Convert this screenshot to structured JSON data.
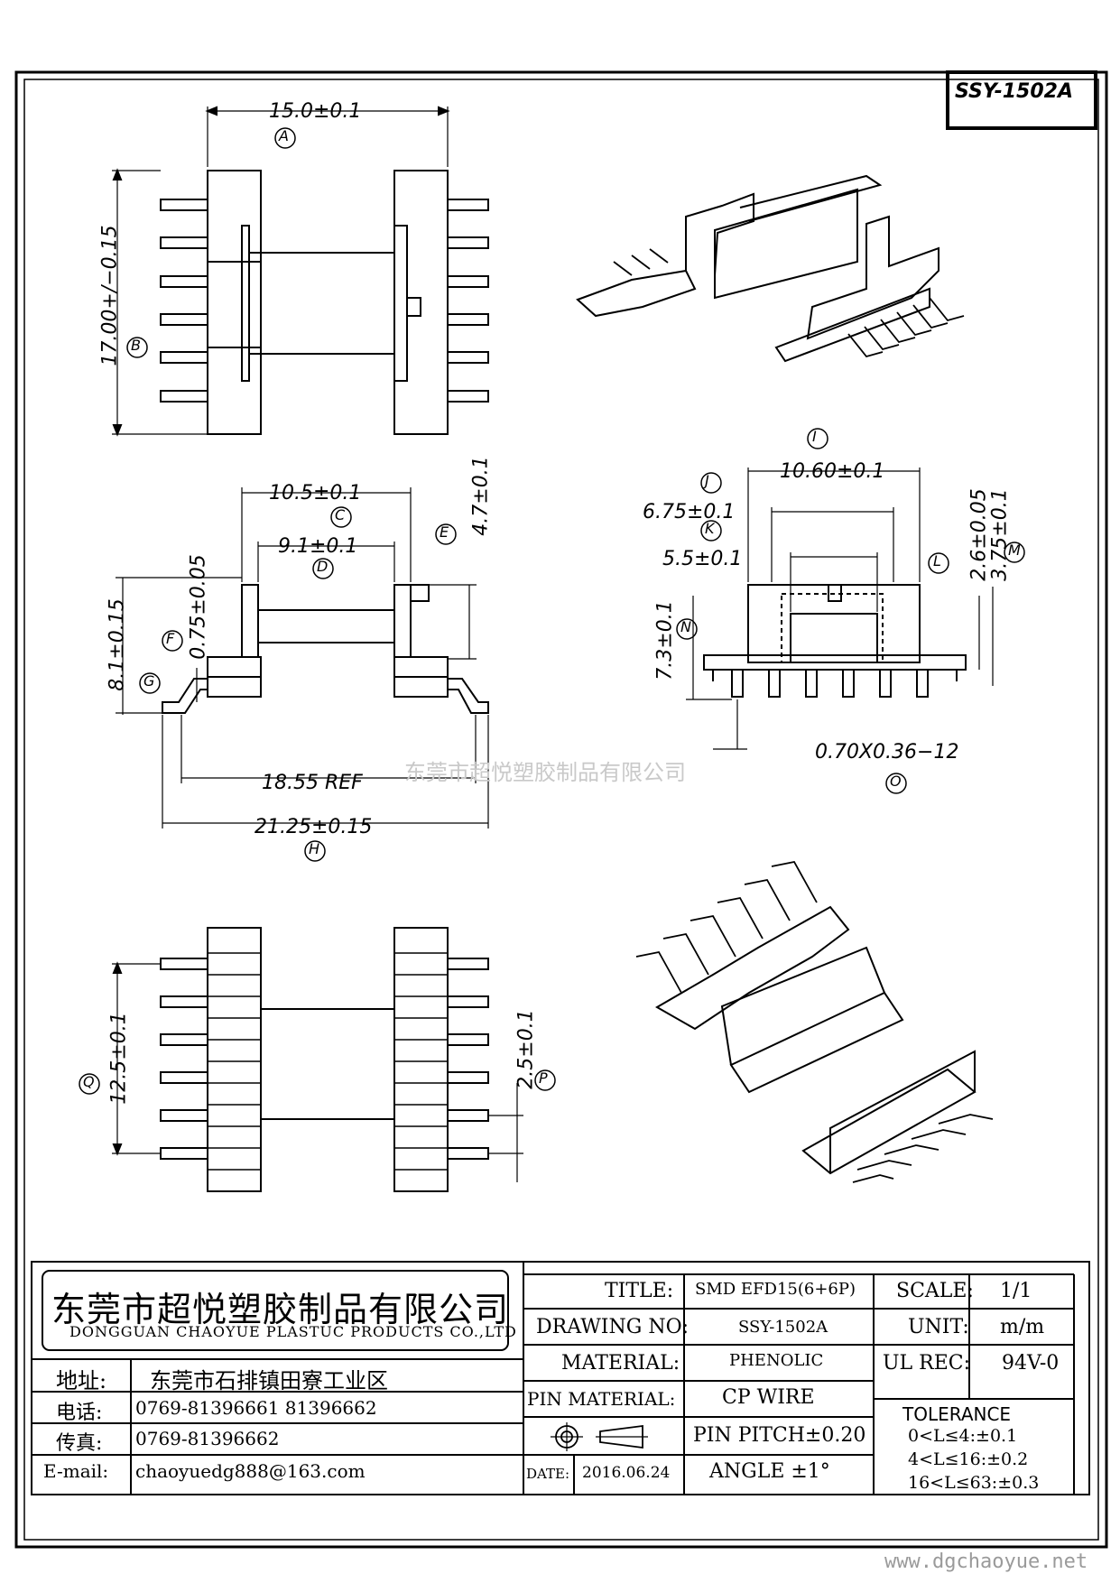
{
  "drawing_no_box": "SSY-1502A",
  "watermark": "东莞市超悦塑胶制品有限公司",
  "site": "www.dgchaoyue.net",
  "dimensions": {
    "a": "15.0±0.1",
    "a_tag": "A",
    "b": "17.00+/−0.15",
    "b_tag": "B",
    "c": "10.5±0.1",
    "c_tag": "C",
    "d": "9.1±0.1",
    "d_tag": "D",
    "e": "4.7±0.1",
    "e_tag": "E",
    "f": "0.75±0.05",
    "f_tag": "F",
    "g": "8.1±0.15",
    "g_tag": "G",
    "h_ref": "18.55 REF",
    "h": "21.25±0.15",
    "h_tag": "H",
    "i": "10.60±0.1",
    "i_tag": "I",
    "j": "6.75±0.1",
    "j_tag": "J",
    "k": "5.5±0.1",
    "k_tag": "K",
    "l": "2.6±0.05",
    "l_tag": "L",
    "m": "3.75±0.1",
    "m_tag": "M",
    "n": "7.3±0.1",
    "n_tag": "N",
    "o": "0.70X0.36−12",
    "o_tag": "O",
    "p": "2.5±0.1",
    "p_tag": "P",
    "q": "12.5±0.1",
    "q_tag": "Q"
  },
  "title_block": {
    "company_cn": "东莞市超悦塑胶制品有限公司",
    "company_en": "DONGGUAN CHAOYUE PLASTUC PRODUCTS CO.,LTD",
    "addr_label": "地址:",
    "addr_value": "东莞市石排镇田寮工业区",
    "tel_label": "电话:",
    "tel_value": "0769-81396661   81396662",
    "fax_label": "传真:",
    "fax_value": "0769-81396662",
    "email_label": "E-mail:",
    "email_value": "chaoyuedg888@163.com",
    "title_label": "TITLE:",
    "title_value": "SMD EFD15(6+6P)",
    "drawing_no_label": "DRAWING NO:",
    "drawing_no_value": "SSY-1502A",
    "material_label": "MATERIAL:",
    "material_value": "PHENOLIC",
    "pin_material_label": "PIN MATERIAL:",
    "pin_material_value": "CP WIRE",
    "pin_pitch": "PIN PITCH±0.20",
    "date_label": "DATE:",
    "date_value": "2016.06.24",
    "angle": "ANGLE  ±1°",
    "scale_label": "SCALE:",
    "scale_value": "1/1",
    "unit_label": "UNIT:",
    "unit_value": "m/m",
    "ul_label": "UL REC:",
    "ul_value": "94V-0",
    "tolerance_title": "TOLERANCE",
    "tol_1": "0<L≤4:±0.1",
    "tol_2": "4<L≤16:±0.2",
    "tol_3": "16<L≤63:±0.3"
  }
}
